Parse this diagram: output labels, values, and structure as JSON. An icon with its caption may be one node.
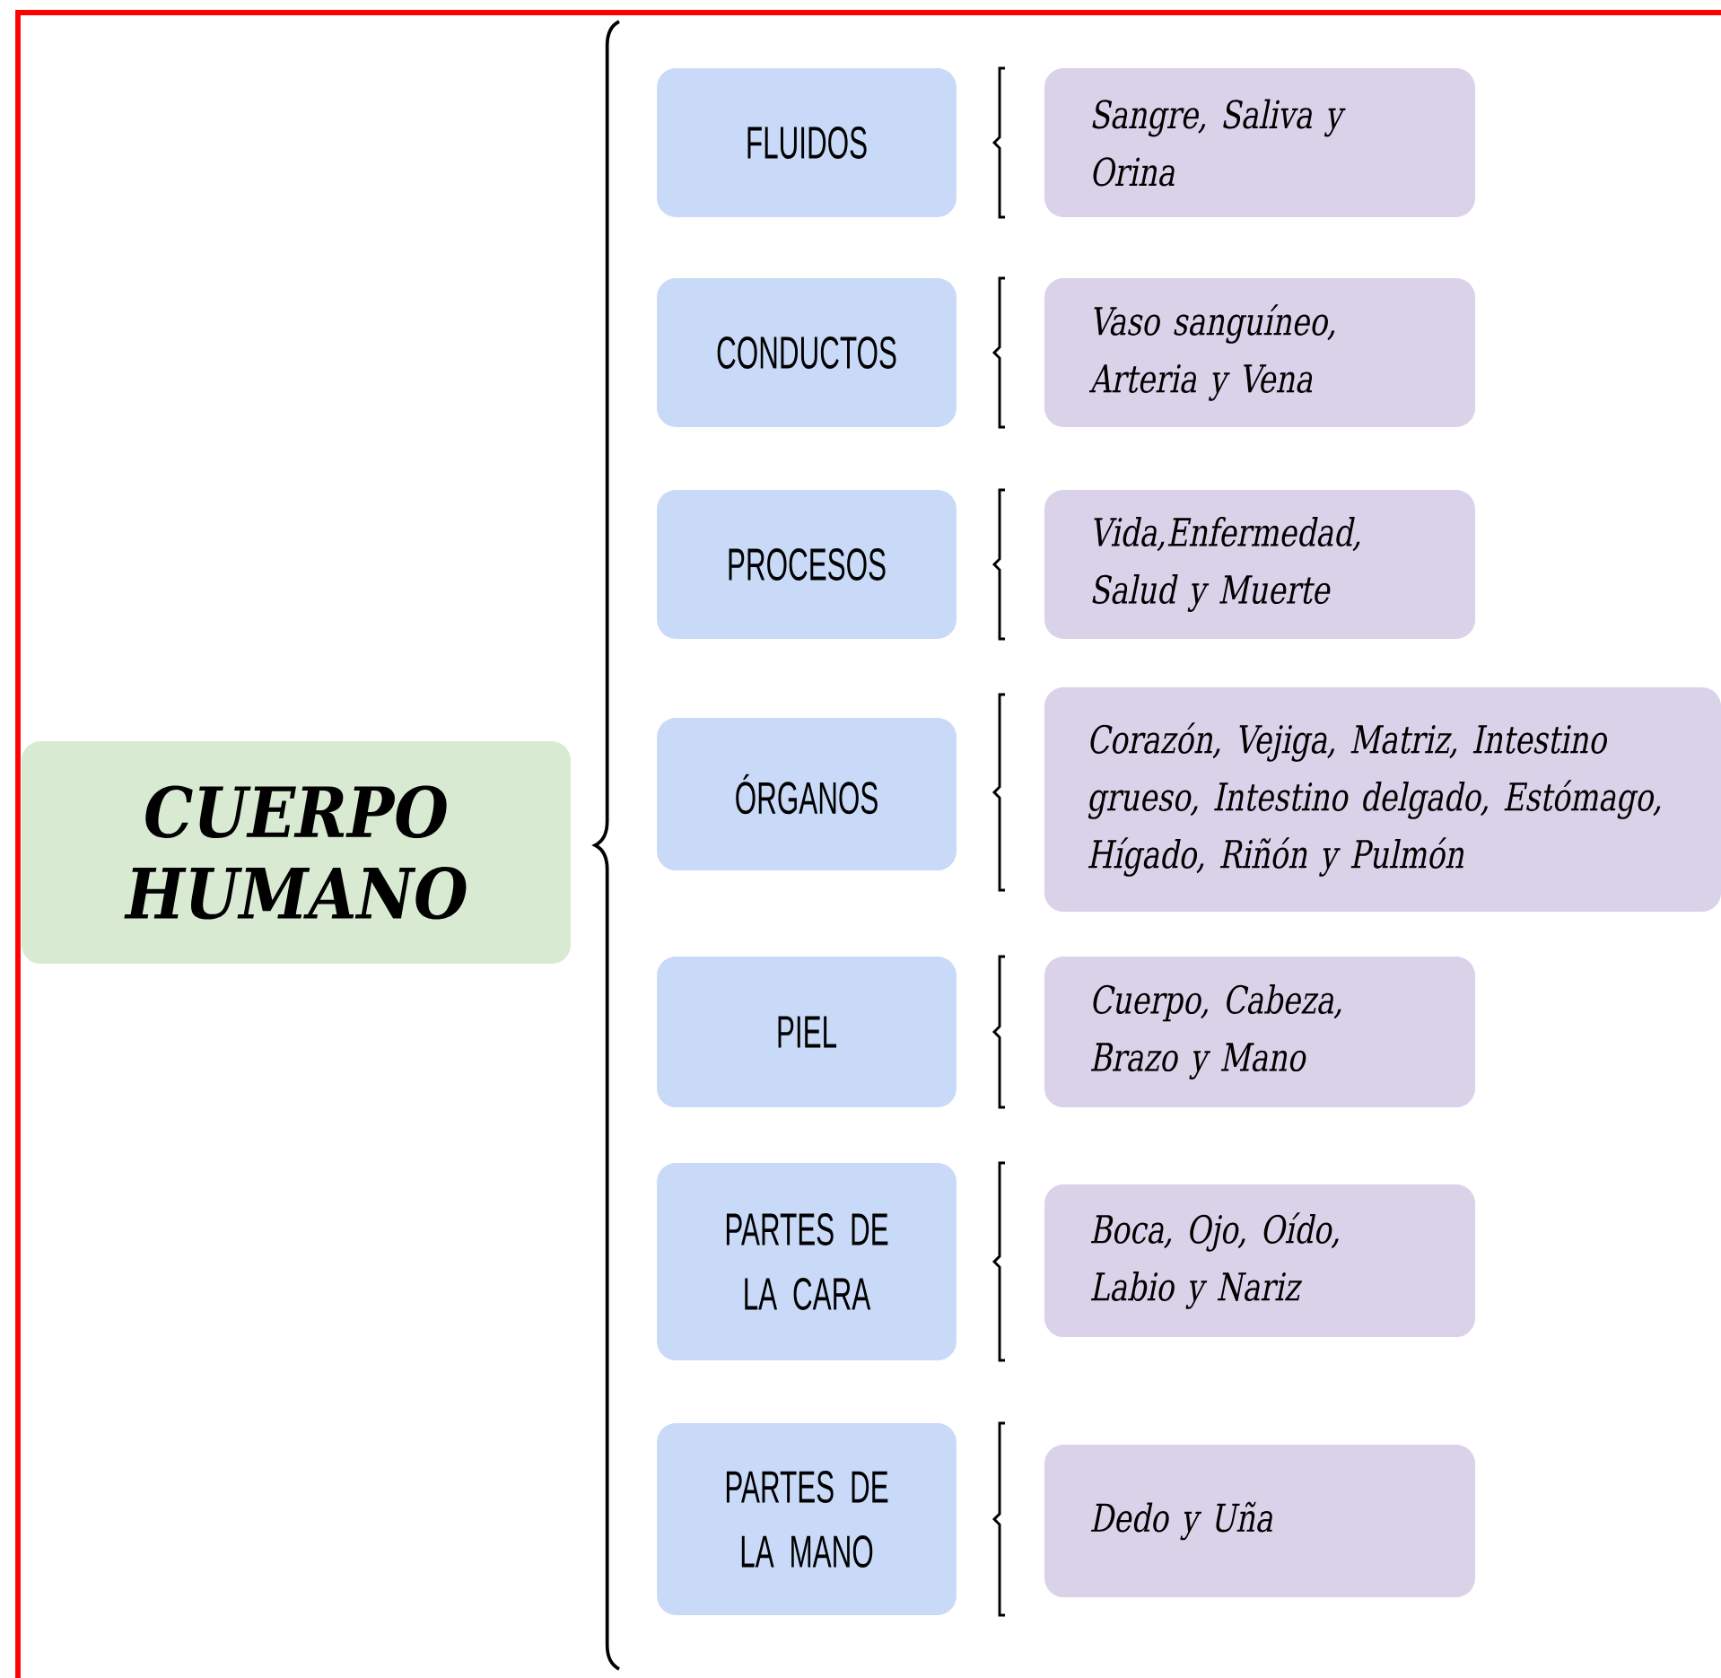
{
  "diagram": {
    "nodes": [
      {
        "text": [
          "CUERPO HUMANO"
        ]
      },
      {
        "text": [
          "FLUIDOS"
        ]
      },
      {
        "text": [
          "CONDUCTOS"
        ]
      },
      {
        "text": [
          "PROCESOS"
        ]
      },
      {
        "text": [
          "ÓRGANOS"
        ]
      },
      {
        "text": [
          "PIEL"
        ]
      },
      {
        "text": [
          "PARTES DE LA CARA"
        ]
      },
      {
        "text": [
          "PARTES DE LA MANO"
        ]
      },
      {
        "text": [
          "Sangre, Saliva y Orina"
        ]
      },
      {
        "text": [
          "Vaso sanguíneo, Arteria y Vena"
        ]
      },
      {
        "text": [
          "Vida,Enfermedad, Salud y Muerte"
        ]
      },
      {
        "text": [
          "Corazón, Vejiga, Matriz, Intestino grueso, Intestino delgado, Estómago, Hígado, Riñón y Pulmón"
        ]
      },
      {
        "text": [
          "Cuerpo, Cabeza, Brazo y Mano"
        ]
      },
      {
        "text": [
          "Boca, Ojo, Oído, Labio y Nariz"
        ]
      },
      {
        "text": [
          "Dedo y Uña"
        ]
      }
    ]
  }
}
